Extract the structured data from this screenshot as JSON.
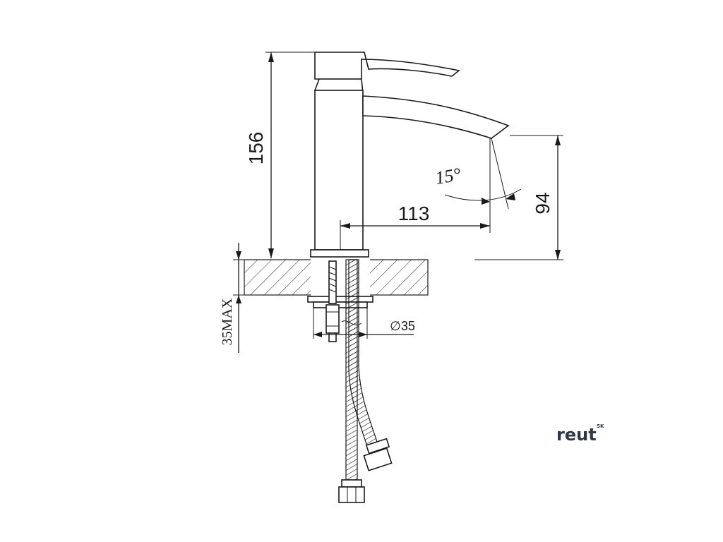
{
  "drawing": {
    "dimensions": {
      "height_total": "156",
      "spout_reach": "113",
      "spout_height": "94",
      "spout_angle": "15°",
      "deck_thickness": "35MAX",
      "hole_diameter": "∅35"
    },
    "brand": {
      "name": "reut",
      "suffix": "SK",
      "color": "#2f3645"
    },
    "line_color": "#1a1a1a"
  }
}
